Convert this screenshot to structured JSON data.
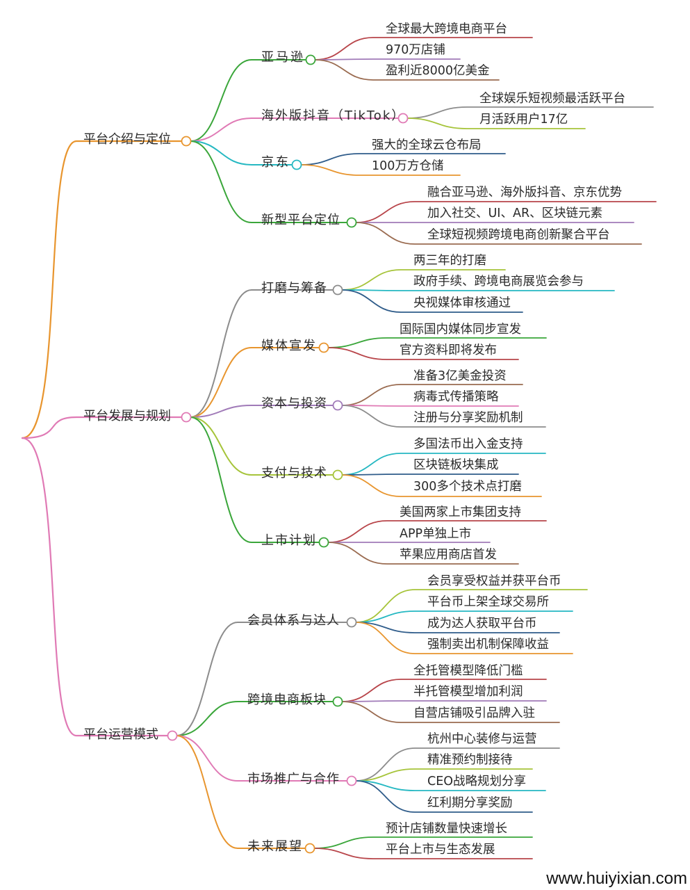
{
  "colors": {
    "orange": "#e8952e",
    "pink": "#e07ab5",
    "green": "#3aa63a",
    "teal": "#25b8c2",
    "gray": "#8c8c8c",
    "red": "#b8454a",
    "purple": "#a07ab8",
    "olive": "#a6c43a",
    "brown": "#9a6b50",
    "navy": "#2f5c8a",
    "darkgray": "#6d6d6d"
  },
  "watermark": "www.huiyixian.com",
  "mindmap": [
    {
      "label": "平台介绍与定位",
      "color": "orange",
      "children": [
        {
          "label": "亚马逊",
          "color": "green",
          "children": [
            {
              "label": "全球最大跨境电商平台",
              "color": "red"
            },
            {
              "label": "970万店铺",
              "color": "purple"
            },
            {
              "label": "盈利近8000亿美金",
              "color": "brown"
            }
          ]
        },
        {
          "label": "海外版抖音（TikTok）",
          "color": "pink",
          "children": [
            {
              "label": "全球娱乐短视频最活跃平台",
              "color": "gray"
            },
            {
              "label": "月活跃用户17亿",
              "color": "olive"
            }
          ]
        },
        {
          "label": "京东",
          "color": "teal",
          "children": [
            {
              "label": "强大的全球云仓布局",
              "color": "navy"
            },
            {
              "label": "100万方仓储",
              "color": "orange"
            }
          ]
        },
        {
          "label": "新型平台定位",
          "color": "green",
          "children": [
            {
              "label": "融合亚马逊、海外版抖音、京东优势",
              "color": "red"
            },
            {
              "label": "加入社交、UI、AR、区块链元素",
              "color": "purple"
            },
            {
              "label": "全球短视频跨境电商创新聚合平台",
              "color": "brown"
            }
          ]
        }
      ]
    },
    {
      "label": "平台发展与规划",
      "color": "pink",
      "children": [
        {
          "label": "打磨与筹备",
          "color": "gray",
          "children": [
            {
              "label": "两三年的打磨",
              "color": "olive"
            },
            {
              "label": "政府手续、跨境电商展览会参与",
              "color": "teal"
            },
            {
              "label": "央视媒体审核通过",
              "color": "navy"
            }
          ]
        },
        {
          "label": "媒体宣发",
          "color": "orange",
          "children": [
            {
              "label": "国际国内媒体同步宣发",
              "color": "green"
            },
            {
              "label": "官方资料即将发布",
              "color": "red"
            }
          ]
        },
        {
          "label": "资本与投资",
          "color": "purple",
          "children": [
            {
              "label": "准备3亿美金投资",
              "color": "brown"
            },
            {
              "label": "病毒式传播策略",
              "color": "pink"
            },
            {
              "label": "注册与分享奖励机制",
              "color": "gray"
            }
          ]
        },
        {
          "label": "支付与技术",
          "color": "olive",
          "children": [
            {
              "label": "多国法币出入金支持",
              "color": "teal"
            },
            {
              "label": "区块链板块集成",
              "color": "navy"
            },
            {
              "label": "300多个技术点打磨",
              "color": "orange"
            }
          ]
        },
        {
          "label": "上市计划",
          "color": "green",
          "children": [
            {
              "label": "美国两家上市集团支持",
              "color": "red"
            },
            {
              "label": "APP单独上市",
              "color": "purple"
            },
            {
              "label": "苹果应用商店首发",
              "color": "brown"
            }
          ]
        }
      ]
    },
    {
      "label": "平台运营模式",
      "color": "pink",
      "children": [
        {
          "label": "会员体系与达人",
          "color": "gray",
          "children": [
            {
              "label": "会员享受权益并获平台币",
              "color": "olive"
            },
            {
              "label": "平台币上架全球交易所",
              "color": "teal"
            },
            {
              "label": "成为达人获取平台币",
              "color": "navy"
            },
            {
              "label": "强制卖出机制保障收益",
              "color": "orange"
            }
          ]
        },
        {
          "label": "跨境电商板块",
          "color": "green",
          "children": [
            {
              "label": "全托管模型降低门槛",
              "color": "red"
            },
            {
              "label": "半托管模型增加利润",
              "color": "purple"
            },
            {
              "label": "自营店铺吸引品牌入驻",
              "color": "brown"
            }
          ]
        },
        {
          "label": "市场推广与合作",
          "color": "pink",
          "children": [
            {
              "label": "杭州中心装修与运营",
              "color": "gray"
            },
            {
              "label": "精准预约制接待",
              "color": "olive"
            },
            {
              "label": "CEO战略规划分享",
              "color": "teal"
            },
            {
              "label": "红利期分享奖励",
              "color": "navy"
            }
          ]
        },
        {
          "label": "未来展望",
          "color": "orange",
          "children": [
            {
              "label": "预计店铺数量快速增长",
              "color": "green"
            },
            {
              "label": "平台上市与生态发展",
              "color": "red"
            }
          ]
        }
      ]
    }
  ]
}
